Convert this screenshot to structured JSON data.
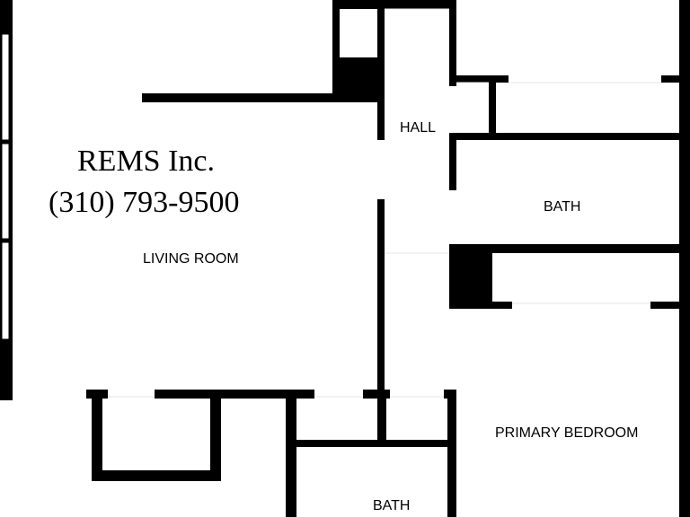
{
  "watermark": {
    "company": "REMS Inc.",
    "phone": "(310) 793-9500"
  },
  "rooms": {
    "hall": "HALL",
    "bath_upper": "BATH",
    "living_room": "LIVING ROOM",
    "primary_bedroom": "PRIMARY BEDROOM",
    "bath_lower": "BATH"
  },
  "colors": {
    "wall": "#000000",
    "background": "#ffffff"
  }
}
